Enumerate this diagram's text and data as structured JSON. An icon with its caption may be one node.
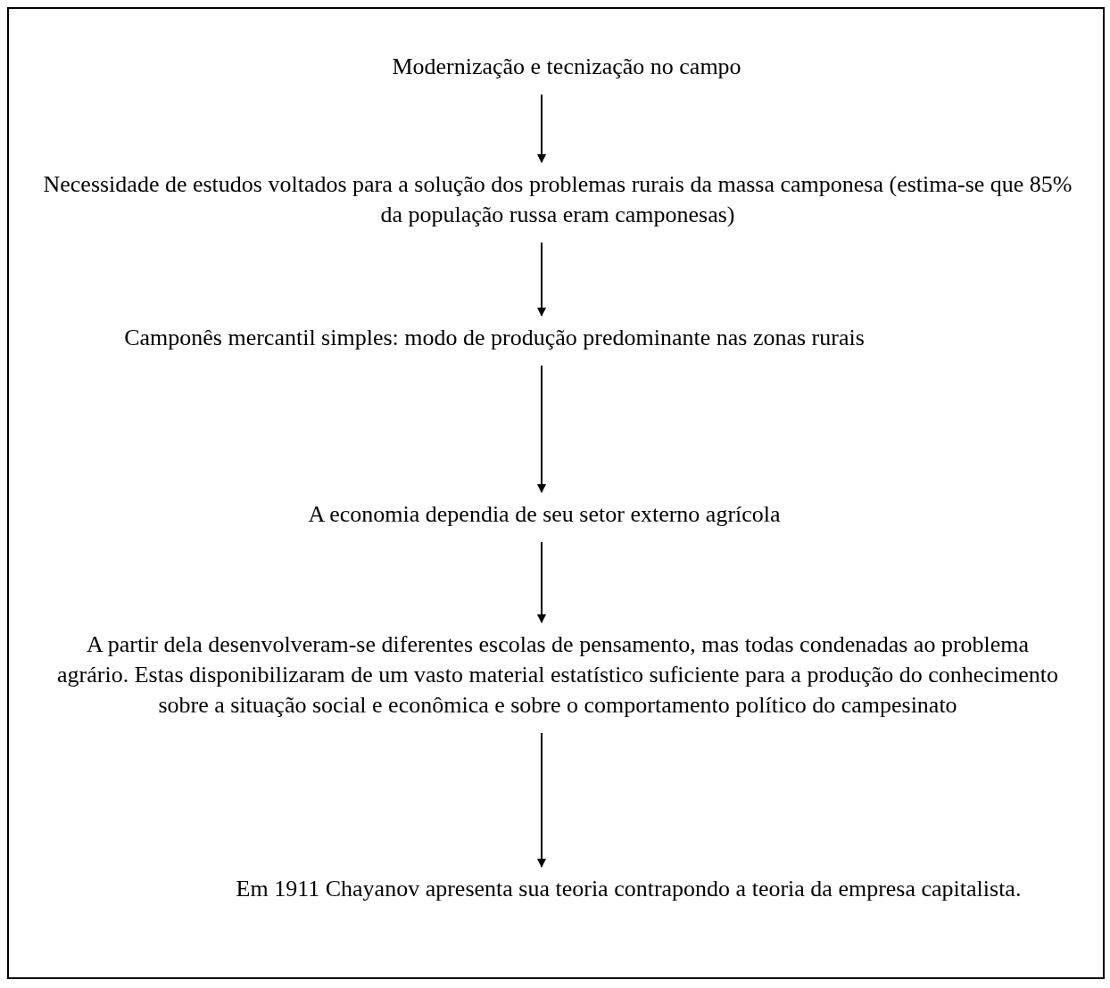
{
  "diagram": {
    "nodes": [
      {
        "text": [
          "Modernização e tecnização no campo"
        ]
      },
      {
        "text": [
          "Necessidade de estudos voltados para a solução dos problemas rurais da massa camponesa (estima-se que 85% da população russa eram camponesas)"
        ]
      },
      {
        "text": [
          "Camponês mercantil simples: modo de produção predominante nas zonas rurais"
        ]
      },
      {
        "text": [
          "A economia dependia de seu setor externo agrícola"
        ]
      },
      {
        "text": [
          "A partir dela desenvolveram-se diferentes escolas de pensamento, mas todas condenadas ao problema agrário. Estas disponibilizaram de um vasto material estatístico suficiente para a produção do conhecimento sobre a situação social e econômica e sobre o comportamento político do campesinato"
        ]
      },
      {
        "text": [
          "Em 1911 Chayanov apresenta sua teoria contrapondo a teoria da empresa capitalista."
        ]
      }
    ],
    "edges": [
      {
        "from": 0,
        "to": 1,
        "arrow": "to"
      },
      {
        "from": 1,
        "to": 2,
        "arrow": "to"
      },
      {
        "from": 2,
        "to": 3,
        "arrow": "to"
      },
      {
        "from": 3,
        "to": 4,
        "arrow": "to"
      },
      {
        "from": 4,
        "to": 5,
        "arrow": "to"
      }
    ]
  }
}
